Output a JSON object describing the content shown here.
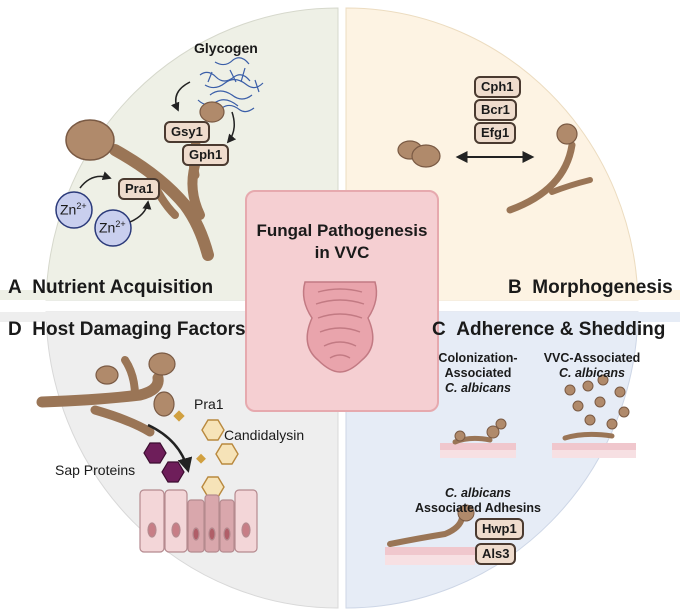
{
  "center": {
    "title_line1": "Fungal Pathogenesis",
    "title_line2": "in VVC"
  },
  "quadrant_a": {
    "letter": "A",
    "title": "Nutrient Acquisition",
    "glycogen": "Glycogen",
    "genes": [
      "Gsy1",
      "Gph1",
      "Pra1"
    ],
    "zinc_base": "Zn",
    "zinc_charge": "2+"
  },
  "quadrant_b": {
    "letter": "B",
    "title": "Morphogenesis",
    "genes": [
      "Cph1",
      "Bcr1",
      "Efg1"
    ]
  },
  "quadrant_c": {
    "letter": "C",
    "title": "Adherence & Shedding",
    "colonization_line1": "Colonization-",
    "colonization_line2": "Associated",
    "colonization_line3": "C. albicans",
    "vvc_line1": "VVC-Associated",
    "vvc_line2": "C. albicans",
    "adhesins_line1": "C. albicans",
    "adhesins_line2": "Associated Adhesins",
    "genes": [
      "Hwp1",
      "Als3"
    ]
  },
  "quadrant_d": {
    "letter": "D",
    "title": "Host Damaging Factors",
    "pra1": "Pra1",
    "candidalysin": "Candidalysin",
    "sap": "Sap Proteins"
  },
  "colors": {
    "quad_a": "#eef0e6",
    "quad_b": "#fdf3e3",
    "quad_c": "#e6ecf6",
    "quad_d": "#eeeeee",
    "fungus": "#b08a6b",
    "fungus_dark": "#7a5a44",
    "center_box": "#f5cfd2",
    "zinc": "#c9cfee",
    "sap": "#6e1e5a",
    "pra1": "#d1a040",
    "candidalysin": "#f6e3b8"
  }
}
